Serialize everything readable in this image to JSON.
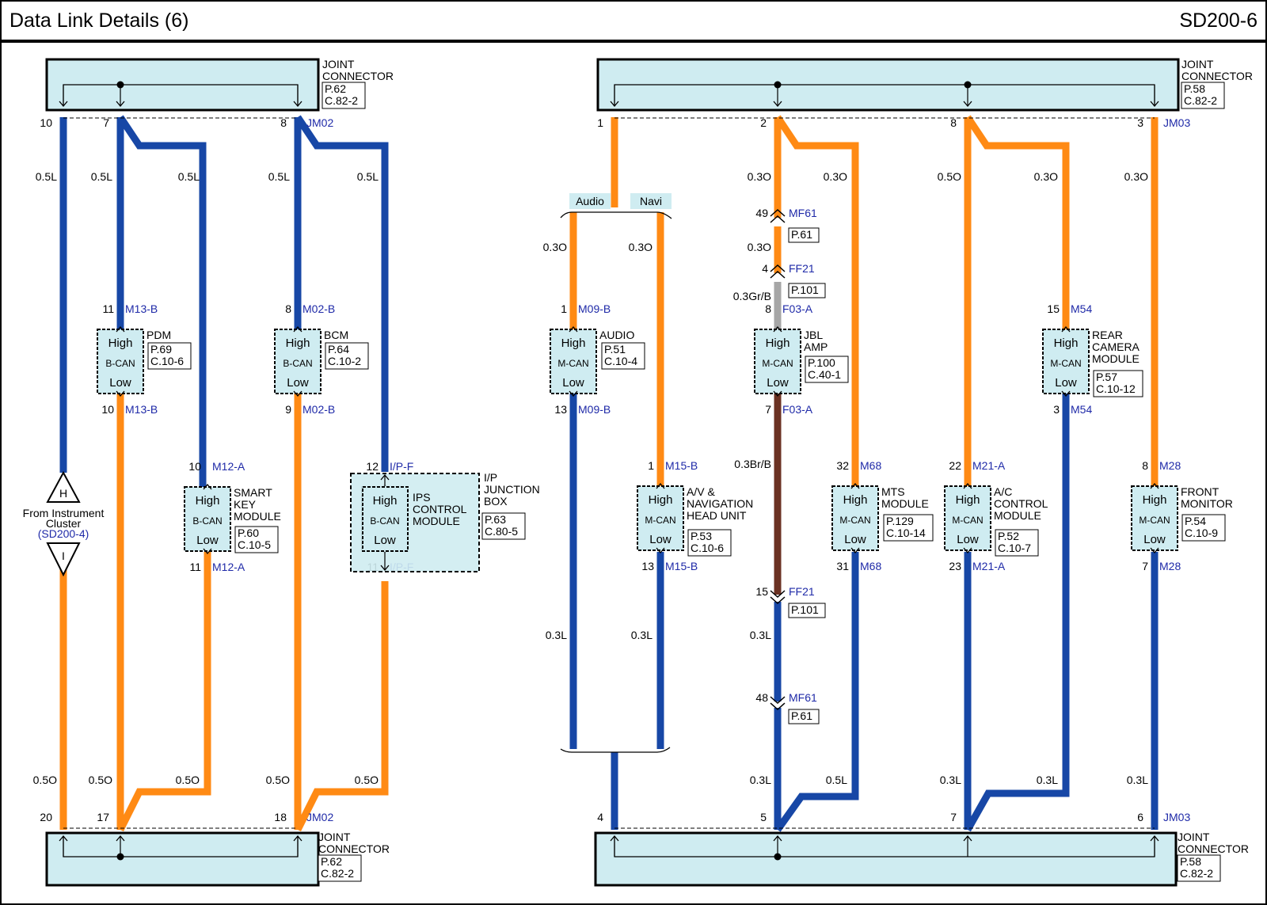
{
  "page": {
    "title": "Data Link Details (6)",
    "code": "SD200-6"
  },
  "colors": {
    "blue": "#1747a6",
    "orange": "#ff8a14",
    "gray": "#a6a6a6",
    "brown": "#6b3223",
    "box": "#cfecf1",
    "link": "#1f2aa8",
    "ink": "#000000"
  },
  "joint_connectors": [
    {
      "id": "jc-top-left",
      "label": [
        "JOINT",
        "CONNECTOR"
      ],
      "ref": [
        "P.62",
        "C.82-2"
      ],
      "connector": "",
      "pins": [
        {
          "pin": "10"
        },
        {
          "pin": "7"
        },
        {
          "pin": "8"
        }
      ]
    },
    {
      "id": "jc-bottom-left",
      "label": [
        "JOINT",
        "CONNECTOR"
      ],
      "ref": [
        "P.62",
        "C.82-2"
      ],
      "connector": "",
      "pins": [
        {
          "pin": "20"
        },
        {
          "pin": "17"
        },
        {
          "pin": "18"
        }
      ]
    },
    {
      "id": "jc-top-right",
      "label": [
        "JOINT",
        "CONNECTOR"
      ],
      "ref": [
        "P.58",
        "C.82-2"
      ],
      "connector": "",
      "pins": [
        {
          "pin": "1"
        },
        {
          "pin": "2"
        },
        {
          "pin": "8"
        },
        {
          "pin": "3"
        }
      ]
    },
    {
      "id": "jc-bottom-right",
      "label": [
        "JOINT",
        "CONNECTOR"
      ],
      "ref": [
        "P.58",
        "C.82-2"
      ],
      "connector": "",
      "pins": [
        {
          "pin": "4"
        },
        {
          "pin": "5"
        },
        {
          "pin": "7"
        },
        {
          "pin": "6"
        }
      ]
    }
  ],
  "joint_connector_ids": [
    "JM02",
    "JM02",
    "JM03",
    "JM03"
  ],
  "modules": [
    {
      "name": [
        "PDM"
      ],
      "bus": "B-CAN",
      "high": "High",
      "low": "Low",
      "ref": [
        "P.69",
        "C.10-6"
      ],
      "top_pin": "11",
      "top_conn": "M13-B",
      "bot_pin": "10",
      "bot_conn": "M13-B"
    },
    {
      "name": [
        "BCM"
      ],
      "bus": "B-CAN",
      "high": "High",
      "low": "Low",
      "ref": [
        "P.64",
        "C.10-2"
      ],
      "top_pin": "8",
      "top_conn": "M02-B",
      "bot_pin": "9",
      "bot_conn": "M02-B"
    },
    {
      "name": [
        "SMART",
        "KEY",
        "MODULE"
      ],
      "bus": "B-CAN",
      "high": "High",
      "low": "Low",
      "ref": [
        "P.60",
        "C.10-5"
      ],
      "top_pin": "10",
      "top_conn": "M12-A",
      "bot_pin": "11",
      "bot_conn": "M12-A"
    },
    {
      "name": [
        "IPS",
        "CONTROL",
        "MODULE"
      ],
      "bus": "B-CAN",
      "high": "High",
      "low": "Low",
      "ref": [],
      "top_pin": "12",
      "top_conn": "I/P-F",
      "bot_pin": "11",
      "bot_conn": "I/P-F"
    },
    {
      "name": [
        "AUDIO"
      ],
      "bus": "M-CAN",
      "high": "High",
      "low": "Low",
      "ref": [
        "P.51",
        "C.10-4"
      ],
      "top_pin": "1",
      "top_conn": "M09-B",
      "bot_pin": "13",
      "bot_conn": "M09-B"
    },
    {
      "name": [
        "A/V &",
        "NAVIGATION",
        "HEAD UNIT"
      ],
      "bus": "M-CAN",
      "high": "High",
      "low": "Low",
      "ref": [
        "P.53",
        "C.10-6"
      ],
      "top_pin": "1",
      "top_conn": "M15-B",
      "bot_pin": "13",
      "bot_conn": "M15-B"
    },
    {
      "name": [
        "JBL",
        "AMP"
      ],
      "bus": "M-CAN",
      "high": "High",
      "low": "Low",
      "ref": [
        "P.100",
        "C.40-1"
      ],
      "top_pin": "8",
      "top_conn": "F03-A",
      "bot_pin": "7",
      "bot_conn": "F03-A"
    },
    {
      "name": [
        "MTS",
        "MODULE"
      ],
      "bus": "M-CAN",
      "high": "High",
      "low": "Low",
      "ref": [
        "P.129",
        "C.10-14"
      ],
      "top_pin": "32",
      "top_conn": "M68",
      "bot_pin": "31",
      "bot_conn": "M68"
    },
    {
      "name": [
        "A/C",
        "CONTROL",
        "MODULE"
      ],
      "bus": "M-CAN",
      "high": "High",
      "low": "Low",
      "ref": [
        "P.52",
        "C.10-7"
      ],
      "top_pin": "22",
      "top_conn": "M21-A",
      "bot_pin": "23",
      "bot_conn": "M21-A"
    },
    {
      "name": [
        "REAR",
        "CAMERA",
        "MODULE"
      ],
      "bus": "M-CAN",
      "high": "High",
      "low": "Low",
      "ref": [
        "P.57",
        "C.10-12"
      ],
      "top_pin": "15",
      "top_conn": "M54",
      "bot_pin": "3",
      "bot_conn": "M54"
    },
    {
      "name": [
        "FRONT",
        "MONITOR"
      ],
      "bus": "M-CAN",
      "high": "High",
      "low": "Low",
      "ref": [
        "P.54",
        "C.10-9"
      ],
      "top_pin": "8",
      "top_conn": "M28",
      "bot_pin": "7",
      "bot_conn": "M28"
    }
  ],
  "junction_box": {
    "name": [
      "I/P",
      "JUNCTION",
      "BOX"
    ],
    "ref": [
      "P.63",
      "C.80-5"
    ]
  },
  "inline_connectors": [
    {
      "pin": "49",
      "conn": "MF61",
      "ref": "P.61"
    },
    {
      "pin": "4",
      "conn": "FF21",
      "ref": "P.101"
    },
    {
      "pin": "15",
      "conn": "FF21",
      "ref": "P.101"
    },
    {
      "pin": "48",
      "conn": "MF61",
      "ref": "P.61"
    }
  ],
  "wire_labels": [
    "0.5L",
    "0.5L",
    "0.5L",
    "0.5L",
    "0.5L",
    "0.5O",
    "0.5O",
    "0.5O",
    "0.5O",
    "0.5O",
    "0.3O",
    "0.3O",
    "0.3O",
    "0.3O",
    "0.5O",
    "0.3O",
    "0.3O",
    "0.3O",
    "0.3Gr/B",
    "0.3Br/B",
    "0.3L",
    "0.3L",
    "0.3L",
    "0.3L",
    "0.5L",
    "0.3L",
    "0.3L",
    "0.3L"
  ],
  "branch_labels": {
    "audio": "Audio",
    "navi": "Navi"
  },
  "off_page": {
    "top": "H",
    "bottom": "I",
    "text": [
      "From Instrument",
      "Cluster"
    ],
    "link": "(SD200-4)"
  }
}
